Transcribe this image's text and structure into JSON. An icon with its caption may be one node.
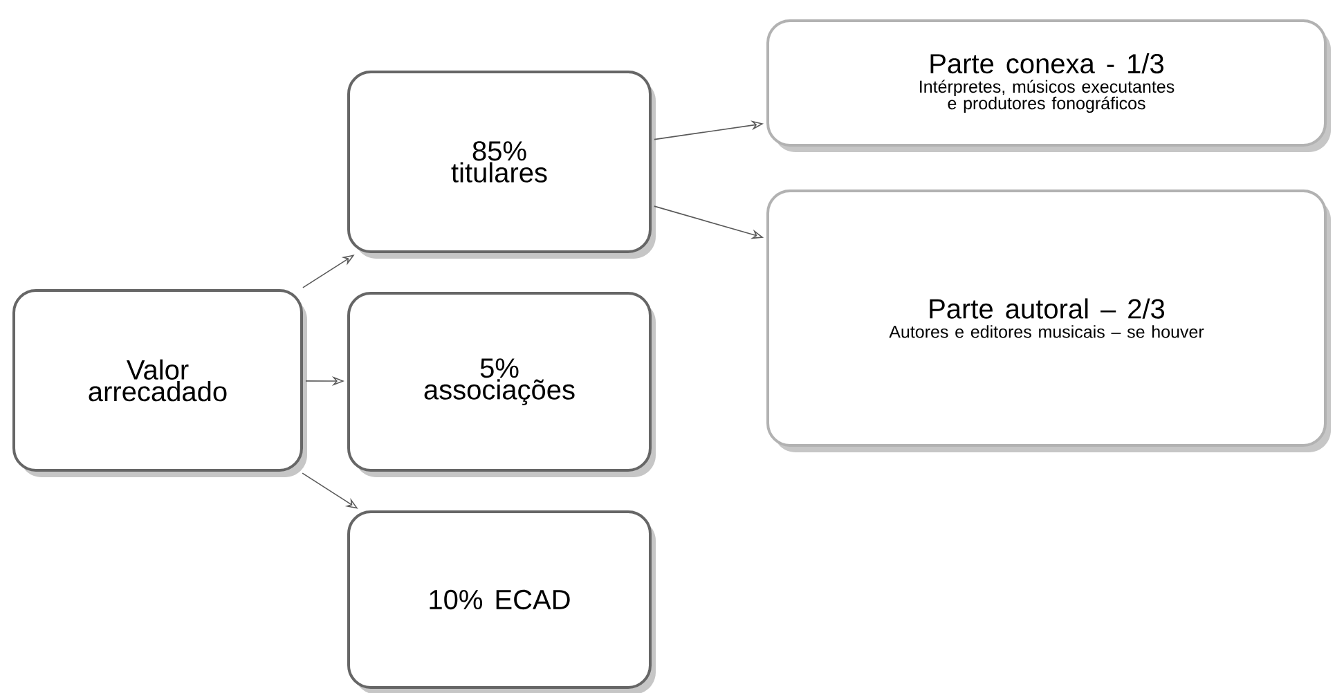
{
  "diagram": {
    "nodes": [
      {
        "text": [
          "Valor arrecadado"
        ]
      },
      {
        "text": [
          "85% titulares"
        ]
      },
      {
        "text": [
          "5% associações"
        ]
      },
      {
        "text": [
          "10% ECAD"
        ]
      },
      {
        "text": [
          "Parte conexa - 1/3",
          "Intérpretes, músicos executantes e produtores fonográficos"
        ]
      },
      {
        "text": [
          "Parte autoral – 2/3",
          "Autores e editores musicais – se houver"
        ]
      }
    ],
    "edges": [
      {
        "from": 0,
        "to": 1,
        "arrow": "to"
      },
      {
        "from": 0,
        "to": 2,
        "arrow": "to"
      },
      {
        "from": 0,
        "to": 3,
        "arrow": "to"
      },
      {
        "from": 1,
        "to": 4,
        "arrow": "to"
      },
      {
        "from": 1,
        "to": 5,
        "arrow": "to"
      }
    ]
  }
}
